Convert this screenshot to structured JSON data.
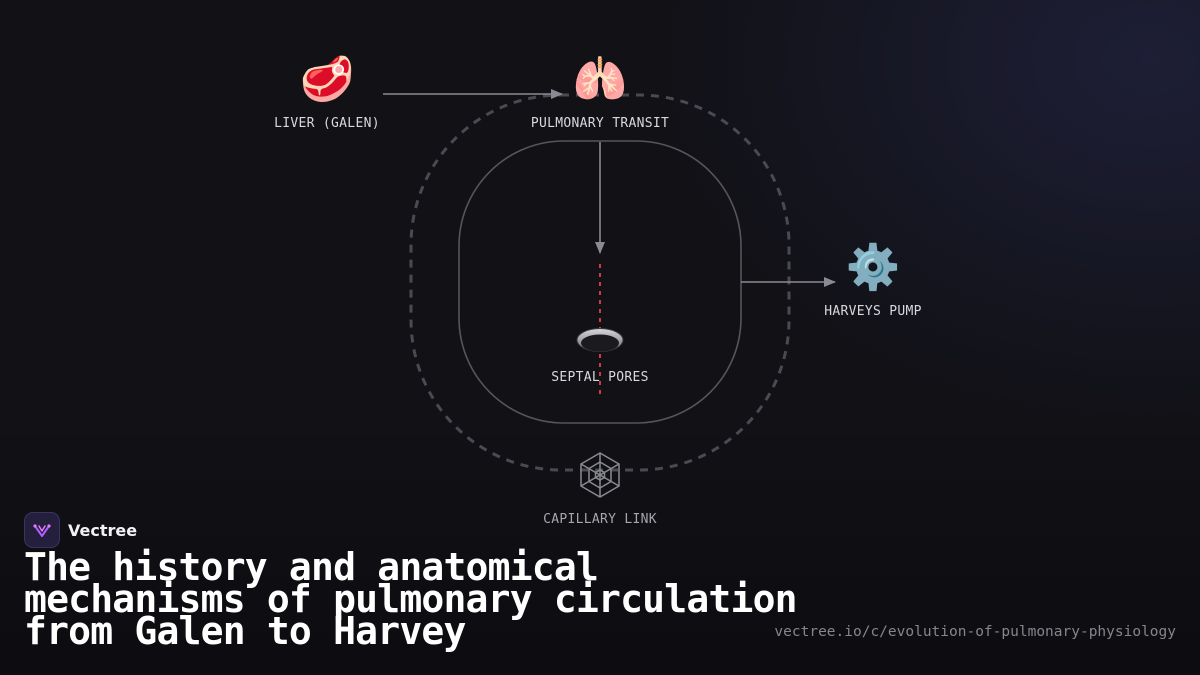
{
  "diagram": {
    "nodes": {
      "liver": {
        "label": "LIVER (GALEN)",
        "icon": "meat-icon"
      },
      "pulmonary": {
        "label": "PULMONARY TRANSIT",
        "icon": "lungs-icon"
      },
      "harvey": {
        "label": "HARVEYS PUMP",
        "icon": "gear-icon"
      },
      "septal": {
        "label": "SEPTAL PORES",
        "icon": "pore-icon"
      },
      "capillary": {
        "label": "CAPILLARY LINK",
        "icon": "web-icon"
      }
    },
    "colors": {
      "background": "#111116",
      "line": "#5e5e66",
      "arrow": "#8a8a92",
      "septal_dash": "#e0424a",
      "label": "#d8d8de"
    }
  },
  "brand": {
    "name": "Vectree",
    "icon": "vectree-logo-icon",
    "accent": "#b35cff"
  },
  "headline": "The history and anatomical mechanisms of pulmonary circulation from Galen to Harvey",
  "source_url": "vectree.io/c/evolution-of-pulmonary-physiology"
}
